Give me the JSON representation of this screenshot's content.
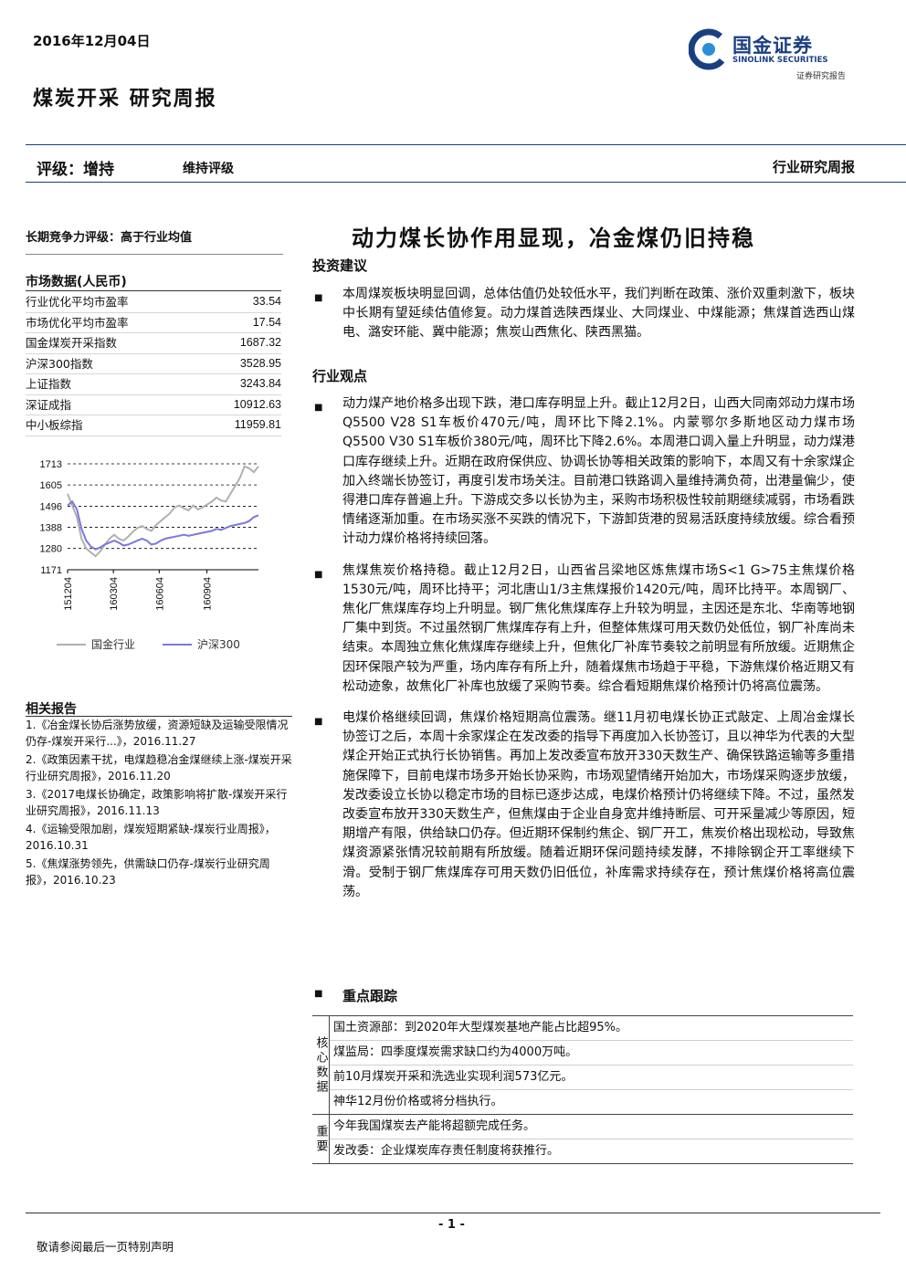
{
  "header": {
    "date": "2016年12月04日",
    "sector_title": "煤炭开采 研究周报",
    "logo_name": "国金证券",
    "logo_en": "SINOLINK SECURITIES",
    "logo_sub": "证券研究报告",
    "brand_color": "#1a3f80"
  },
  "rating_bar": {
    "rating": "评级：增持",
    "maintain": "维持评级",
    "report_type": "行业研究周报"
  },
  "sidebar": {
    "long_term_rating": "长期竞争力评级：高于行业均值",
    "market_data_title": "市场数据(人民币)",
    "market_data": [
      {
        "label": "行业优化平均市盈率",
        "value": "33.54"
      },
      {
        "label": "市场优化平均市盈率",
        "value": "17.54"
      },
      {
        "label": "国金煤炭开采指数",
        "value": "1687.32"
      },
      {
        "label": "沪深300指数",
        "value": "3528.95"
      },
      {
        "label": "上证指数",
        "value": "3243.84"
      },
      {
        "label": "深证成指",
        "value": "10912.63"
      },
      {
        "label": "中小板综指",
        "value": "11959.81"
      }
    ],
    "related_title": "相关报告",
    "related_reports": [
      "1.《冶金煤长协后涨势放缓，资源短缺及运输受限情况仍存-煤炭开采行...》，2016.11.27",
      "2.《政策因素干扰，电煤趋稳冶金煤继续上涨-煤炭开采行业研究周报》，2016.11.20",
      "3.《2017电煤长协确定，政策影响将扩散-煤炭开采行业研究周报》，2016.11.13",
      "4.《运输受限加剧，煤炭短期紧缺-煤炭行业周报》，2016.10.31",
      "5.《焦煤涨势领先，供需缺口仍存-煤炭行业研究周报》，2016.10.23"
    ]
  },
  "chart_data": {
    "type": "line",
    "y_ticks": [
      "1713",
      "1605",
      "1496",
      "1388",
      "1280",
      "1171"
    ],
    "x_ticks": [
      "151204",
      "160304",
      "160604",
      "160904"
    ],
    "ylim": [
      1171,
      1713
    ],
    "grid": "horizontal dashed",
    "legend_position": "bottom",
    "series": [
      {
        "name": "国金行业",
        "color": "#b0b0b0",
        "values": [
          1560,
          1500,
          1440,
          1330,
          1280,
          1260,
          1240,
          1265,
          1300,
          1330,
          1350,
          1330,
          1320,
          1340,
          1365,
          1385,
          1395,
          1380,
          1370,
          1400,
          1420,
          1440,
          1460,
          1490,
          1500,
          1485,
          1475,
          1500,
          1480,
          1490,
          1505,
          1520,
          1540,
          1525,
          1520,
          1560,
          1600,
          1640,
          1700,
          1690,
          1670,
          1700
        ]
      },
      {
        "name": "沪深300",
        "color": "#7b78e0",
        "values": [
          1500,
          1520,
          1480,
          1380,
          1320,
          1290,
          1275,
          1285,
          1300,
          1310,
          1320,
          1310,
          1295,
          1300,
          1310,
          1320,
          1330,
          1320,
          1300,
          1305,
          1320,
          1330,
          1335,
          1340,
          1345,
          1350,
          1345,
          1350,
          1355,
          1360,
          1365,
          1370,
          1380,
          1375,
          1385,
          1395,
          1400,
          1405,
          1410,
          1420,
          1440,
          1450
        ]
      }
    ]
  },
  "main": {
    "title": "动力煤长协作用显现，冶金煤仍旧持稳",
    "sections": [
      {
        "heading": "投资建议",
        "paragraphs": [
          "本周煤炭板块明显回调，总体估值仍处较低水平，我们判断在政策、涨价双重刺激下，板块中长期有望延续估值修复。动力煤首选陕西煤业、大同煤业、中煤能源；焦煤首选西山煤电、潞安环能、冀中能源；焦炭山西焦化、陕西黑猫。"
        ]
      },
      {
        "heading": "行业观点",
        "paragraphs": [
          "动力煤产地价格多出现下跌，港口库存明显上升。截止12月2日，山西大同南郊动力煤市场Q5500 V28 S1车板价470元/吨，周环比下降2.1%。内蒙鄂尔多斯地区动力煤市场Q5500 V30 S1车板价380元/吨，周环比下降2.6%。本周港口调入量上升明显，动力煤港口库存继续上升。近期在政府保供应、协调长协等相关政策的影响下，本周又有十余家煤企加入终端长协签订，再度引发市场关注。目前港口铁路调入量维持满负荷，出港量偏少，使得港口库存普遍上升。下游成交多以长协为主，采购市场积极性较前期继续减弱，市场看跌情绪逐渐加重。在市场买涨不买跌的情况下，下游卸货港的贸易活跃度持续放缓。综合看预计动力煤价格将持续回落。",
          "焦煤焦炭价格持稳。截止12月2日，山西省吕梁地区炼焦煤市场S<1 G>75主焦煤价格1530元/吨，周环比持平；河北唐山1/3主焦煤报价1420元/吨，周环比持平。本周钢厂、焦化厂焦煤库存均上升明显。钢厂焦化焦煤库存上升较为明显，主因还是东北、华南等地钢厂集中到货。不过虽然钢厂焦煤库存有上升，但整体焦煤可用天数仍处低位，钢厂补库尚未结束。本周独立焦化焦煤库存继续上升，但焦化厂补库节奏较之前明显有所放缓。近期焦企因环保限产较为严重，场内库存有所上升，随着煤焦市场趋于平稳，下游焦煤价格近期又有松动迹象，故焦化厂补库也放缓了采购节奏。综合看短期焦煤价格预计仍将高位震荡。",
          "电煤价格继续回调，焦煤价格短期高位震荡。继11月初电煤长协正式敲定、上周冶金煤长协签订之后，本周十余家煤企在发改委的指导下再度加入长协签订，且以神华为代表的大型煤企开始正式执行长协销售。再加上发改委宣布放开330天数生产、确保铁路运输等多重措施保障下，目前电煤市场多开始长协采购，市场观望情绪开始加大，市场煤采购逐步放缓，发改委设立长协以稳定市场的目标已逐步达成，电煤价格预计仍将继续下降。不过，虽然发改委宣布放开330天数生产，但焦煤由于企业自身宽井维持断层、可开采量减少等原因，短期增产有限，供给缺口仍存。但近期环保制约焦企、钢厂开工，焦炭价格出现松动，导致焦煤资源紧张情况较前期有所放缓。随着近期环保问题持续发酵，不排除钢企开工率继续下滑。受制于钢厂焦煤库存可用天数仍旧低位，补库需求持续存在，预计焦煤价格将高位震荡。"
        ]
      }
    ],
    "key_tracking_heading": "重点跟踪",
    "key_table": [
      {
        "label": "核心数据",
        "rows": [
          "国土资源部：到2020年大型煤炭基地产能占比超95%。",
          "煤监局：四季度煤炭需求缺口约为4000万吨。",
          "前10月煤炭开采和洗选业实现利润573亿元。",
          "神华12月份价格或将分档执行。"
        ]
      },
      {
        "label": "重要",
        "rows": [
          "今年我国煤炭去产能将超额完成任务。",
          "发改委：企业煤炭库存责任制度将获推行。"
        ]
      }
    ]
  },
  "footer": {
    "page_number": "- 1 -",
    "disclaimer": "敬请参阅最后一页特别声明"
  }
}
